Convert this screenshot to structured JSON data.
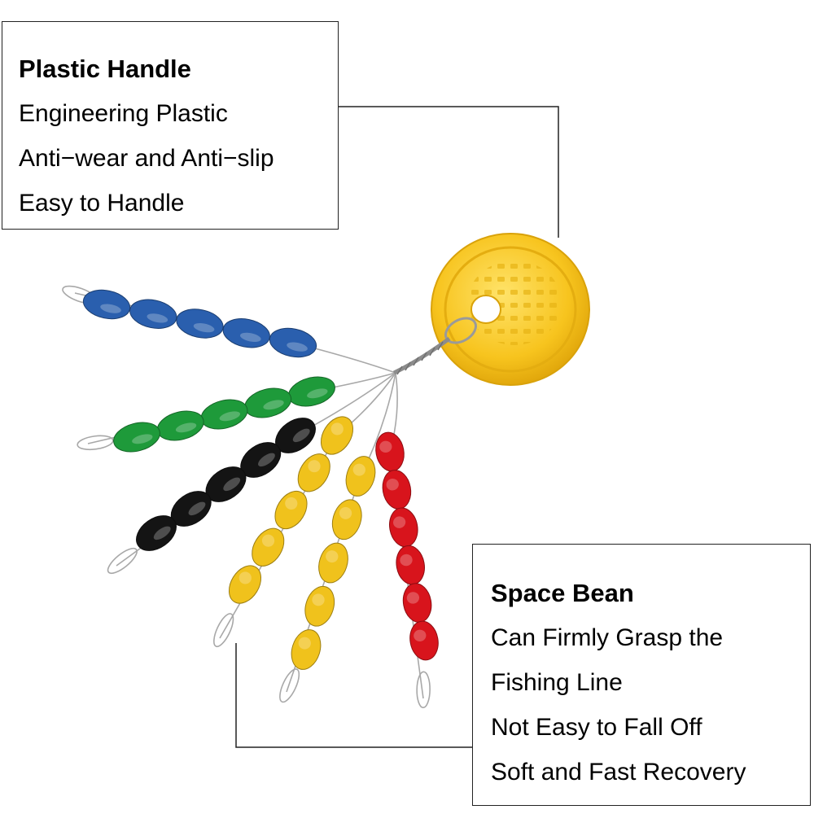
{
  "plastic_handle": {
    "title": "Plastic Handle",
    "lines": [
      "Engineering Plastic",
      "Anti−wear and Anti−slip",
      "Easy to Handle"
    ]
  },
  "space_bean": {
    "title": "Space Bean",
    "lines": [
      "Can Firmly Grasp the",
      "Fishing Line",
      "Not Easy to Fall Off",
      "Soft and Fast Recovery"
    ]
  },
  "colors": {
    "handle": "#f7c41e",
    "blue": "#2a5fae",
    "green": "#1e9a3a",
    "black": "#141414",
    "yellow": "#f0c21c",
    "red": "#d8141c",
    "wire": "#a8a8a8"
  },
  "strands": [
    {
      "color": "blue",
      "beads": 5
    },
    {
      "color": "green",
      "beads": 5
    },
    {
      "color": "black",
      "beads": 5
    },
    {
      "color": "yellow",
      "beads": 5
    },
    {
      "color": "yellow",
      "beads": 5
    },
    {
      "color": "red",
      "beads": 6
    }
  ]
}
